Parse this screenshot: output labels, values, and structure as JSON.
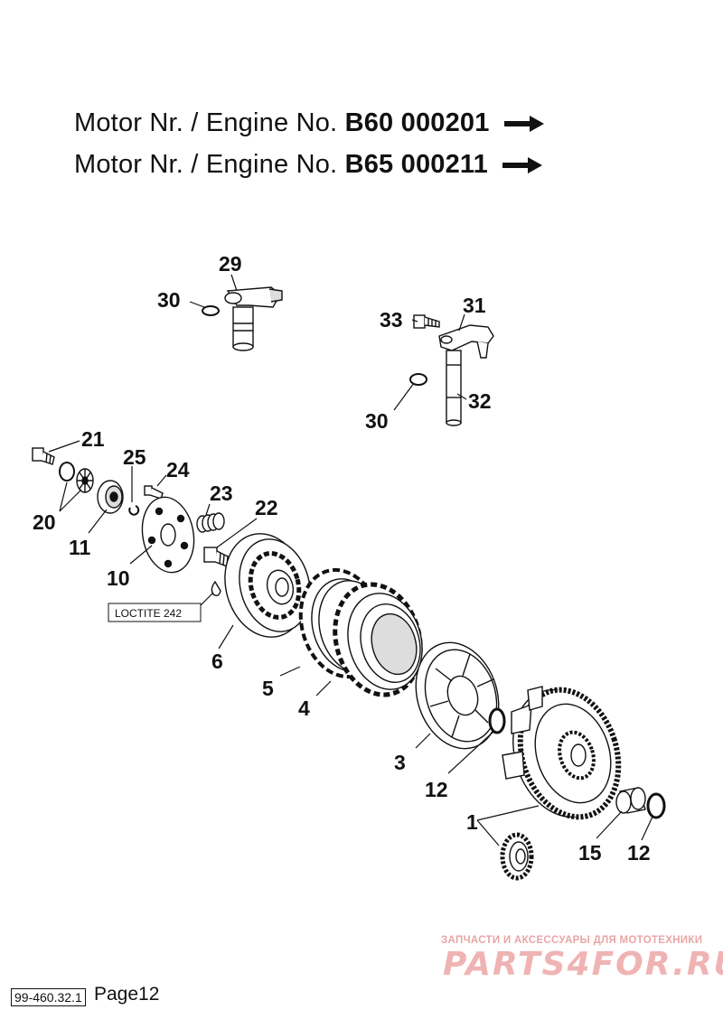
{
  "header": {
    "line1_prefix": "Motor Nr. / Engine No. ",
    "line1_number": "B60 000201",
    "line2_prefix": "Motor Nr. / Engine No. ",
    "line2_number": "B65 000211"
  },
  "callouts": {
    "p29": "29",
    "p30a": "30",
    "p33": "33",
    "p31": "31",
    "p32": "32",
    "p30b": "30",
    "p21": "21",
    "p25": "25",
    "p24": "24",
    "p23": "23",
    "p22": "22",
    "p20": "20",
    "p11": "11",
    "p10": "10",
    "p6": "6",
    "p5": "5",
    "p4": "4",
    "p3": "3",
    "p12a": "12",
    "p1": "1",
    "p15": "15",
    "p12b": "12"
  },
  "note": {
    "loctite": "LOCTITE 242"
  },
  "watermark": {
    "tagline": "ЗАПЧАСТИ И АКСЕССУАРЫ ДЛЯ МОТОТЕХНИКИ",
    "logo": "PARTS4FOR.RU"
  },
  "footer": {
    "doc_code": "99-460.32.1",
    "page_label": "Page12"
  }
}
